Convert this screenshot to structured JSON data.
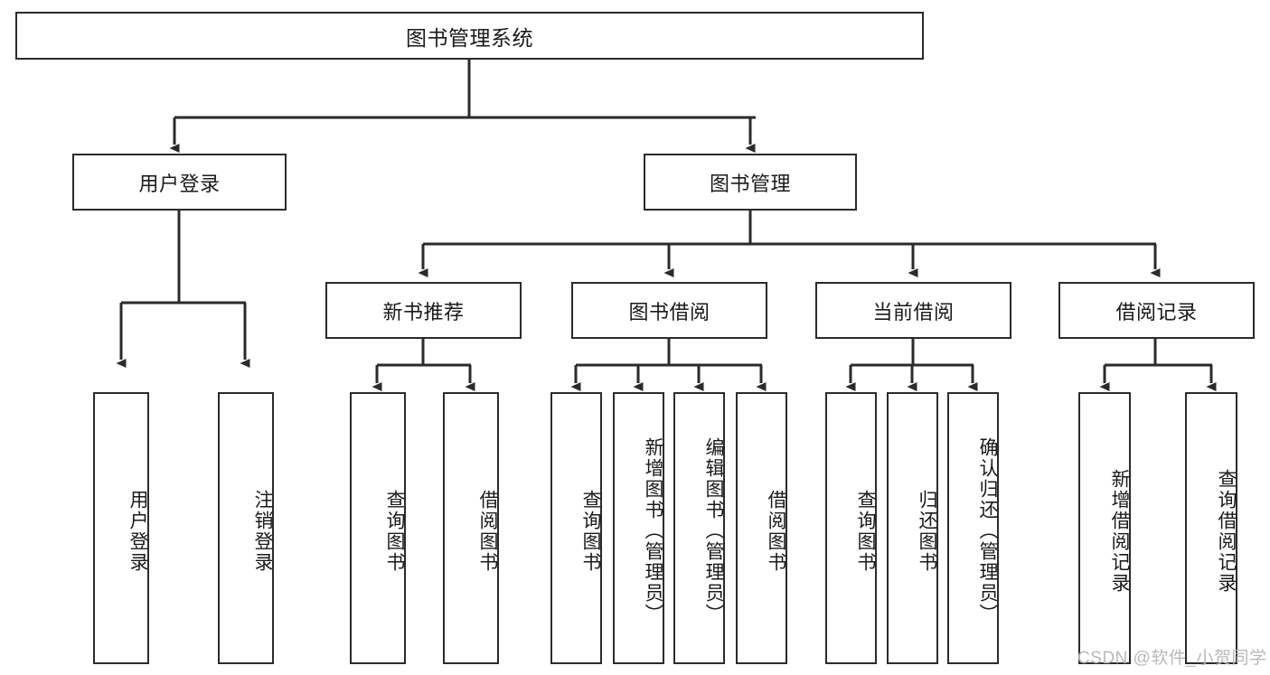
{
  "diagram": {
    "title_node": {
      "label": "图书管理系统"
    },
    "level2": [
      {
        "id": "user-login",
        "label": "用户登录"
      },
      {
        "id": "book-management",
        "label": "图书管理"
      }
    ],
    "level3": [
      {
        "id": "new-book-recommend",
        "label": "新书推荐"
      },
      {
        "id": "book-borrow",
        "label": "图书借阅"
      },
      {
        "id": "current-borrow",
        "label": "当前借阅"
      },
      {
        "id": "borrow-record",
        "label": "借阅记录"
      }
    ],
    "leaves": {
      "user_login": [
        {
          "id": "leaf-user-login",
          "label": "用户登录"
        },
        {
          "id": "leaf-logout-login",
          "label": "注销登录"
        }
      ],
      "new_book_recommend": [
        {
          "id": "leaf-query-book-1",
          "label": "查询图书"
        },
        {
          "id": "leaf-borrow-book-1",
          "label": "借阅图书"
        }
      ],
      "book_borrow": [
        {
          "id": "leaf-query-book-2",
          "label": "查询图书"
        },
        {
          "id": "leaf-add-book-admin",
          "label": "新增图书（管理员）"
        },
        {
          "id": "leaf-edit-book-admin",
          "label": "编辑图书（管理员）"
        },
        {
          "id": "leaf-borrow-book-2",
          "label": "借阅图书"
        }
      ],
      "current_borrow": [
        {
          "id": "leaf-query-book-3",
          "label": "查询图书"
        },
        {
          "id": "leaf-return-book",
          "label": "归还图书"
        },
        {
          "id": "leaf-confirm-return-admin",
          "label": "确认归还（管理员）"
        }
      ],
      "borrow_record": [
        {
          "id": "leaf-add-borrow-record",
          "label": "新增借阅记录"
        },
        {
          "id": "leaf-query-borrow-record",
          "label": "查询借阅记录"
        }
      ]
    },
    "watermark": {
      "text": "CSDN @软件_小贺同学"
    },
    "colors": {
      "stroke": "#2b2b2b",
      "background": "#ffffff",
      "text": "#1a1a1a",
      "watermark": "#b9b9b9"
    }
  }
}
